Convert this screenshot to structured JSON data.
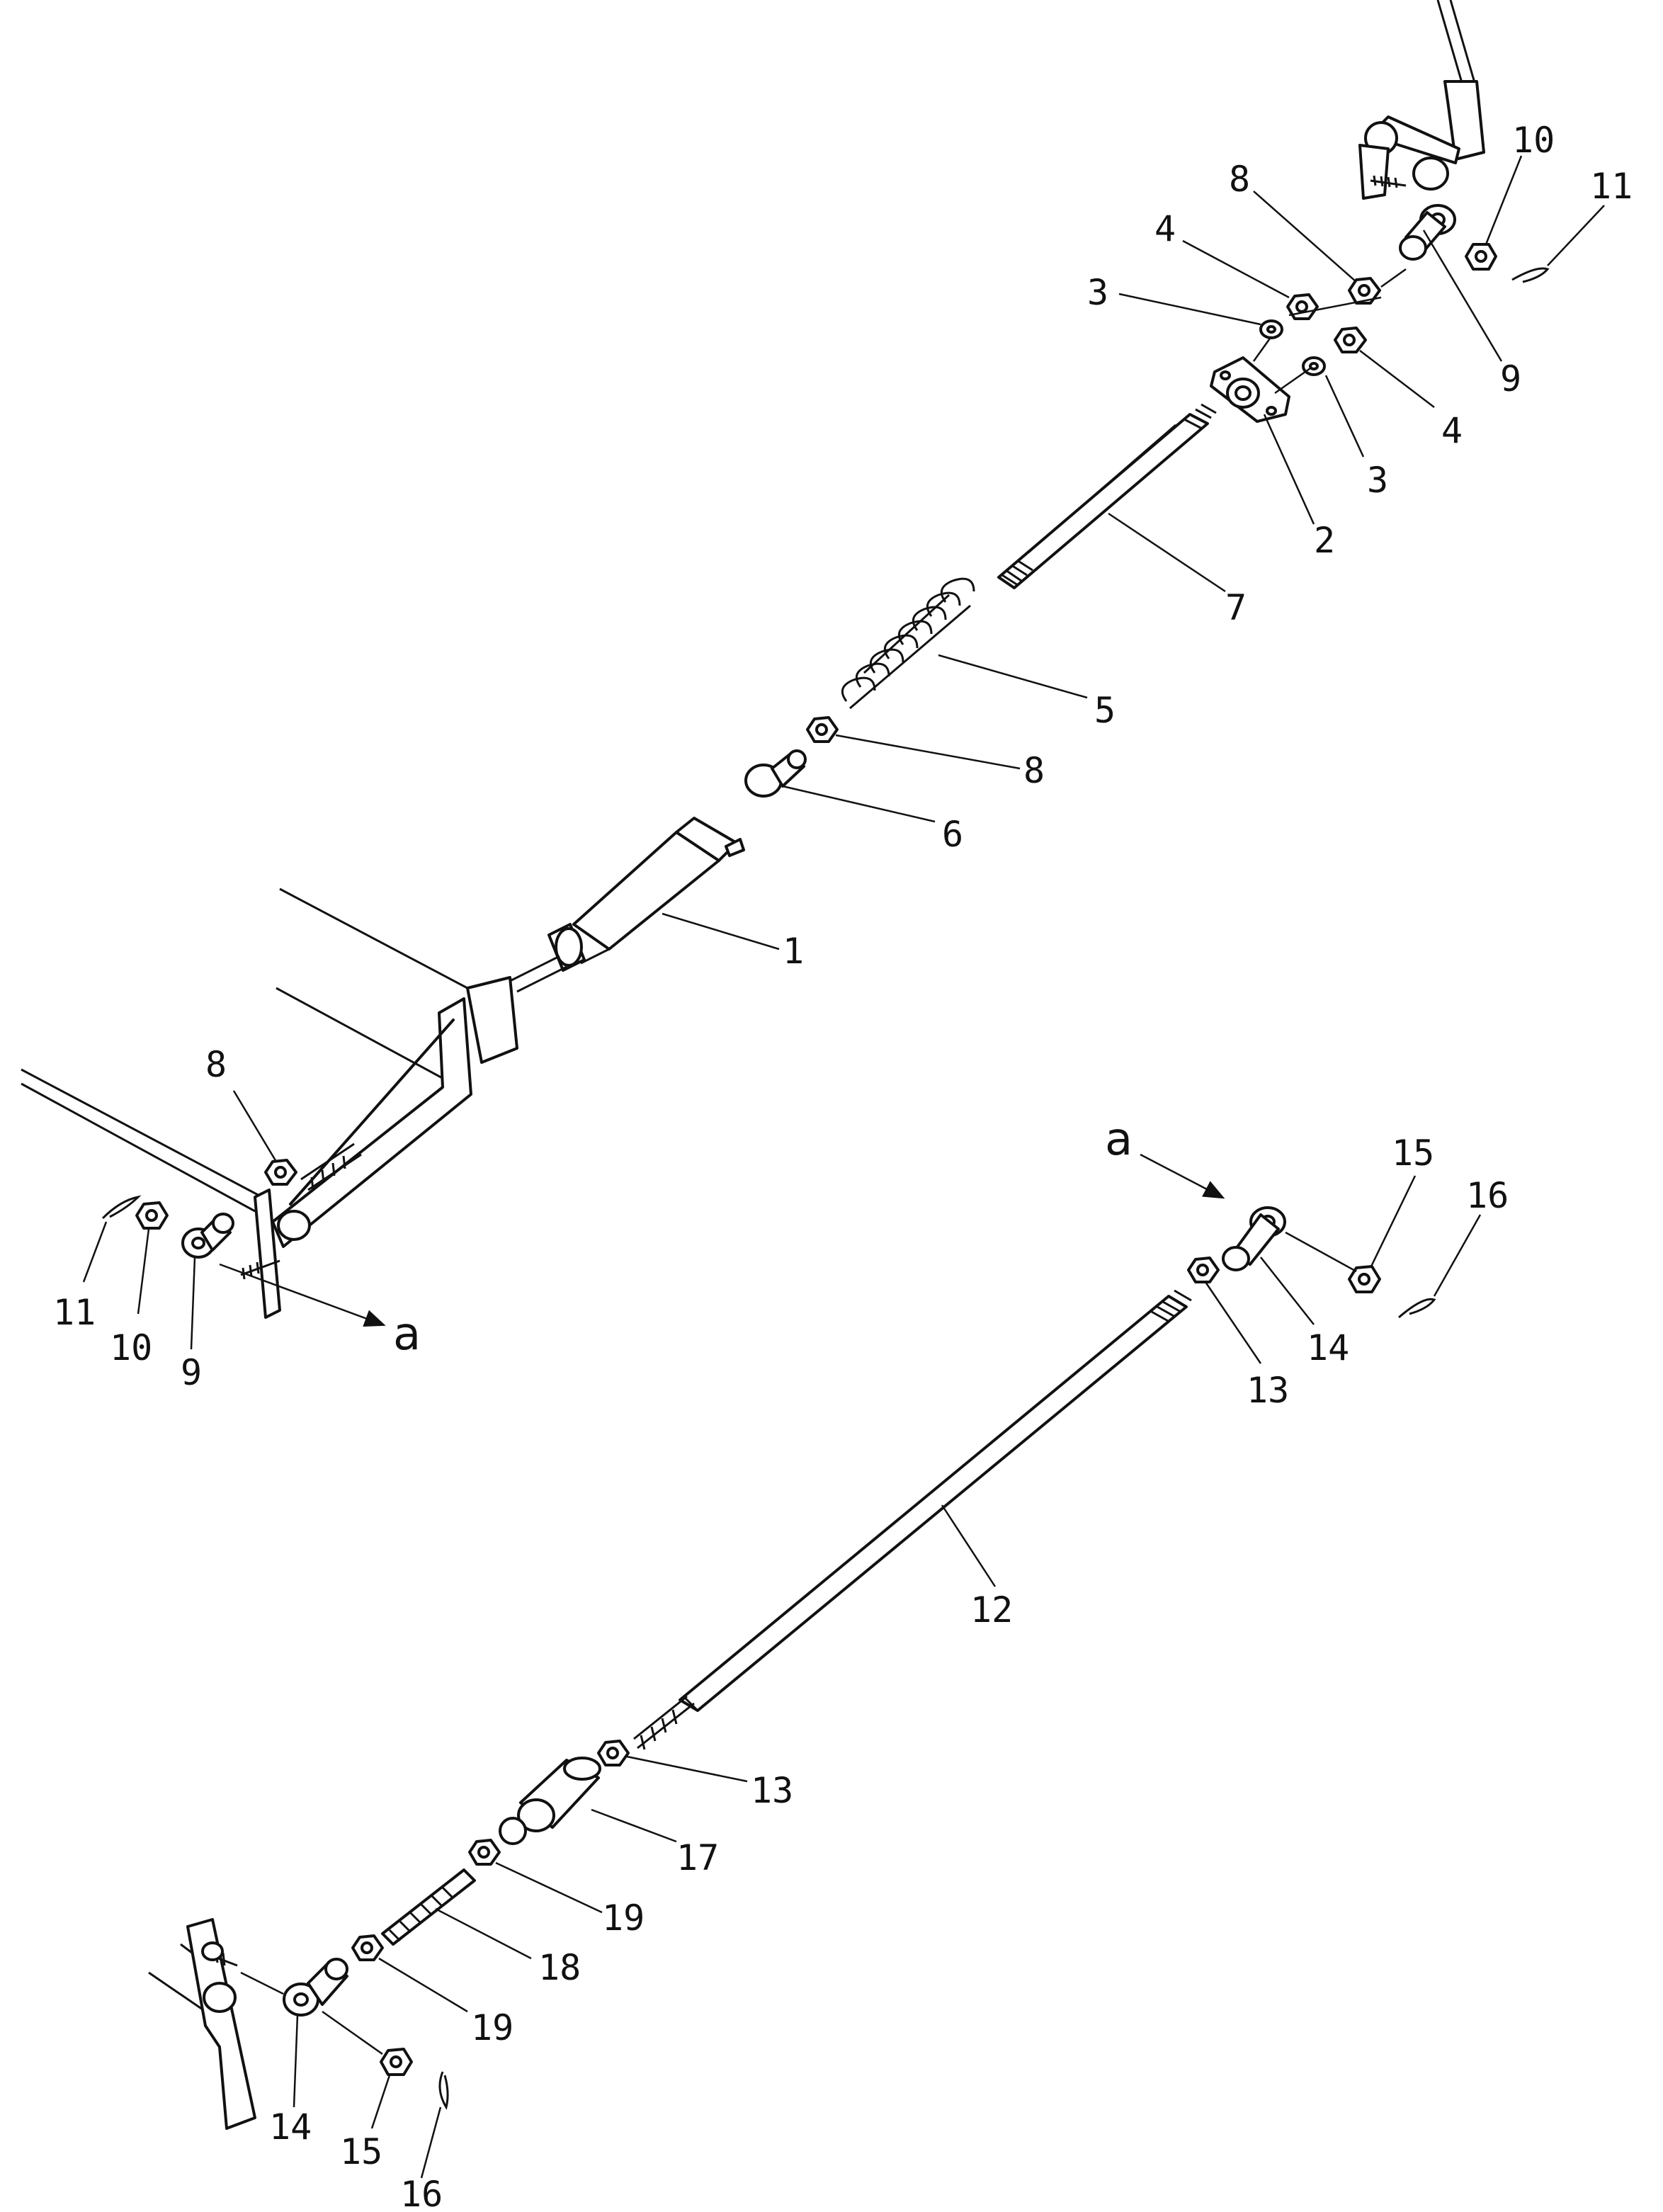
{
  "callouts": {
    "c1": "1",
    "c2": "2",
    "c3a": "3",
    "c3b": "3",
    "c4a": "4",
    "c4b": "4",
    "c5": "5",
    "c6": "6",
    "c7": "7",
    "c8a": "8",
    "c8b": "8",
    "c8c": "8",
    "c9a": "9",
    "c9b": "9",
    "c10a": "10",
    "c10b": "10",
    "c11a": "11",
    "c11b": "11",
    "c12": "12",
    "c13a": "13",
    "c13b": "13",
    "c14a": "14",
    "c14b": "14",
    "c15a": "15",
    "c15b": "15",
    "c16a": "16",
    "c16b": "16",
    "c17": "17",
    "c18": "18",
    "c19a": "19",
    "c19b": "19"
  },
  "view_markers": {
    "a_top": "a",
    "a_left": "a"
  }
}
